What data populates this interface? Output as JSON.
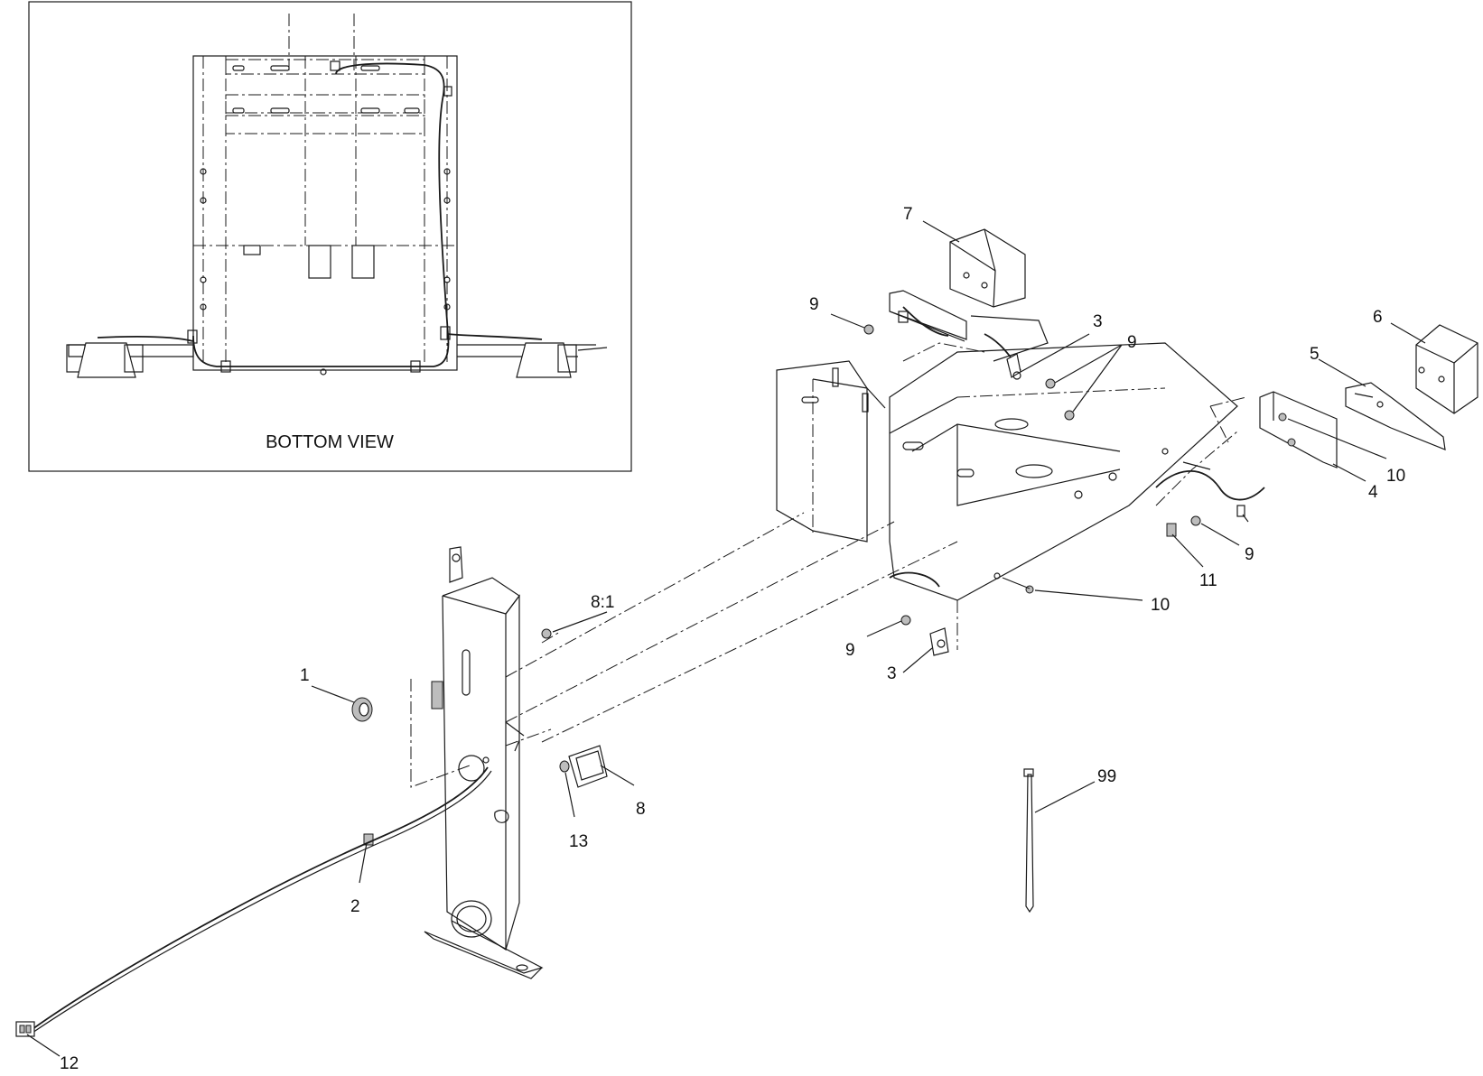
{
  "inset": {
    "title": "BOTTOM VIEW"
  },
  "callouts": {
    "c1": "1",
    "c2": "2",
    "c3a": "3",
    "c3b": "3",
    "c4": "4",
    "c5": "5",
    "c6": "6",
    "c7": "7",
    "c8": "8",
    "c8_1": "8:1",
    "c9a": "9",
    "c9b": "9",
    "c9c": "9",
    "c9d": "9",
    "c10a": "10",
    "c10b": "10",
    "c11": "11",
    "c12": "12",
    "c13": "13",
    "c99": "99"
  }
}
